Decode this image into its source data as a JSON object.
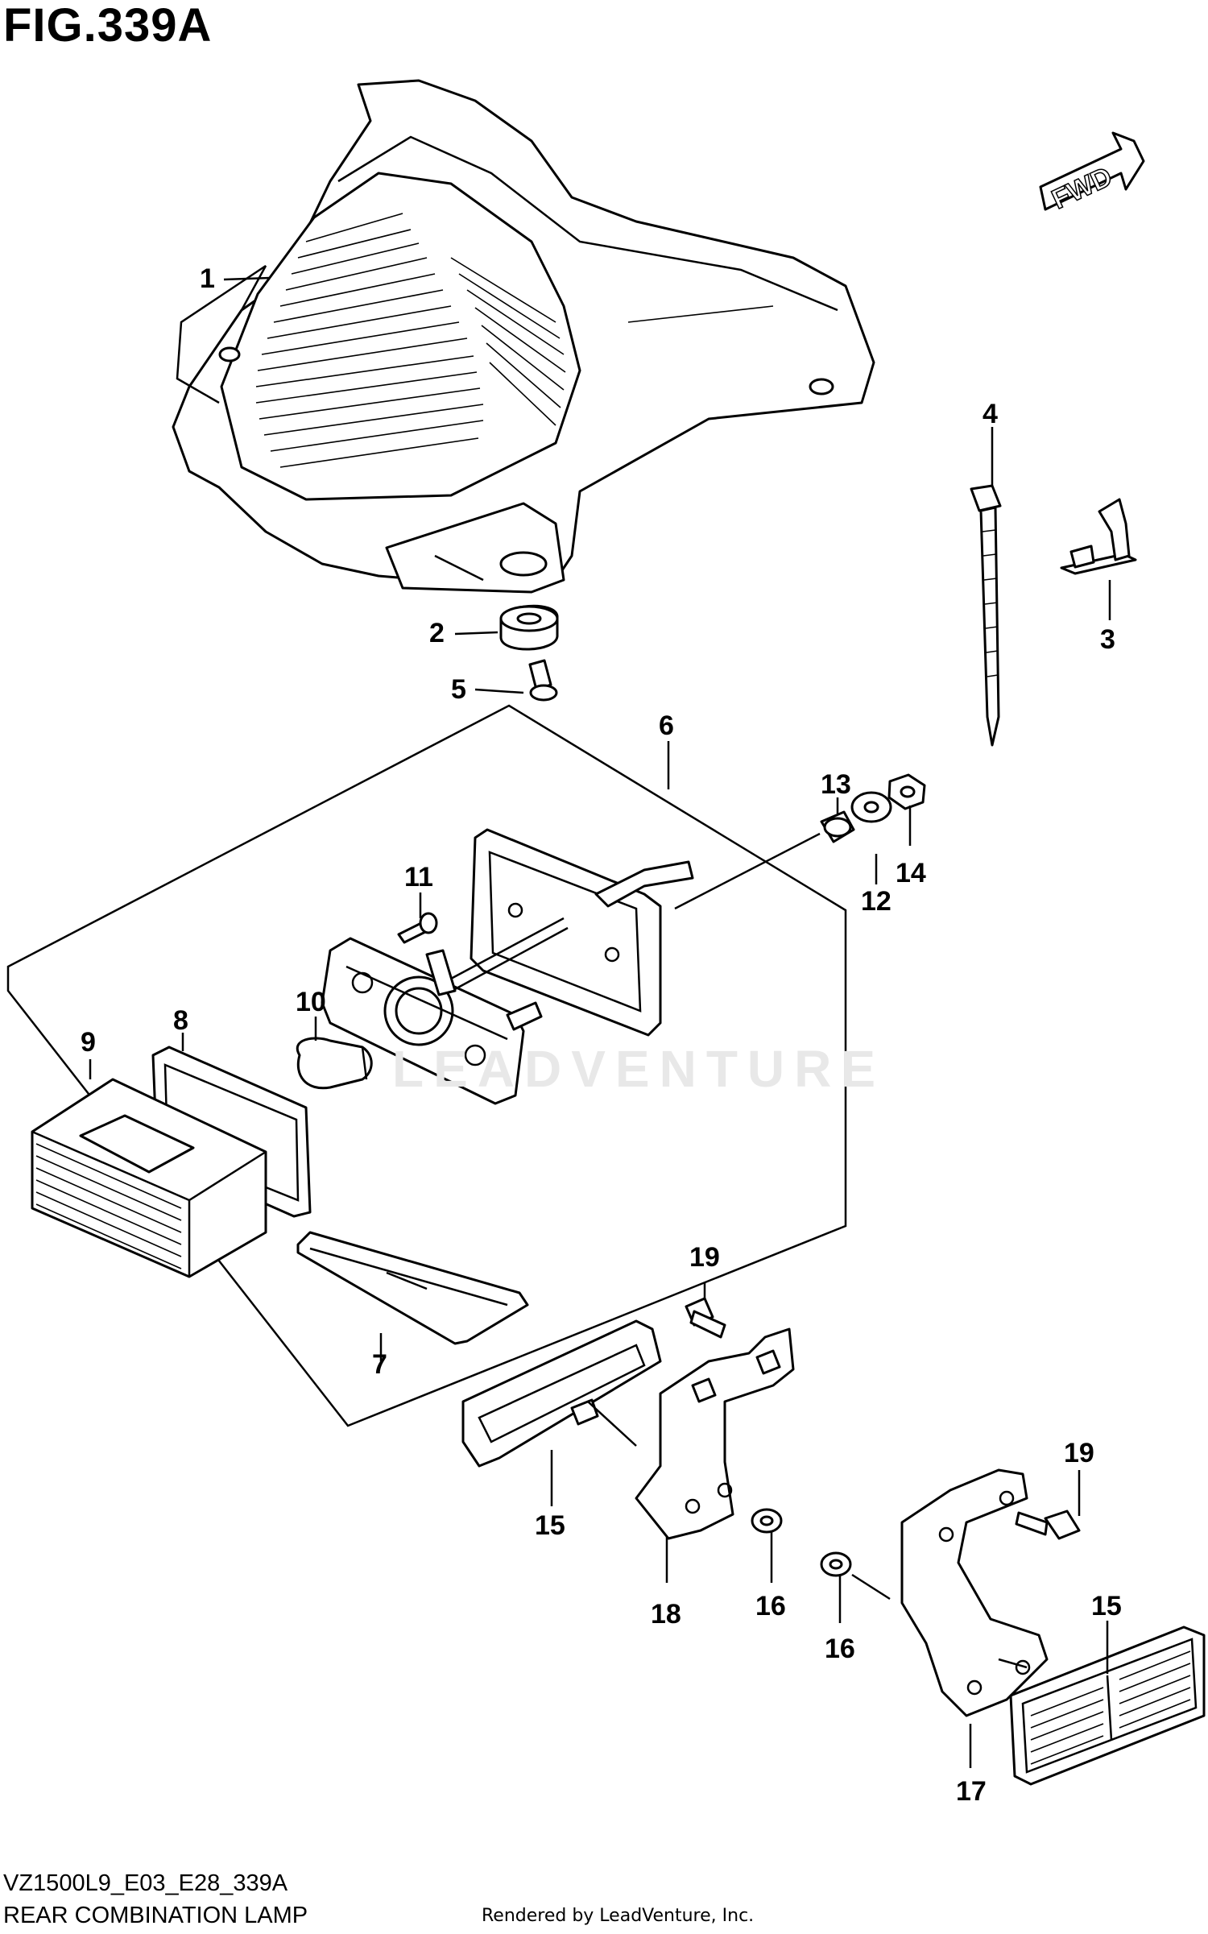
{
  "figure": {
    "title": "FIG.339A",
    "code": "VZ1500L9_E03_E28_339A",
    "name": "REAR COMBINATION LAMP",
    "credit": "Rendered by LeadVenture, Inc.",
    "watermark": "LEADVENTURE",
    "fwd_label": "FWD"
  },
  "callouts": [
    "1",
    "2",
    "3",
    "4",
    "5",
    "6",
    "7",
    "8",
    "9",
    "10",
    "11",
    "12",
    "13",
    "14",
    "15",
    "15",
    "16",
    "16",
    "17",
    "18",
    "19",
    "19"
  ],
  "icons": {
    "fwd": "fwd-arrow-icon",
    "watermark": "leadventure-logo-icon"
  }
}
